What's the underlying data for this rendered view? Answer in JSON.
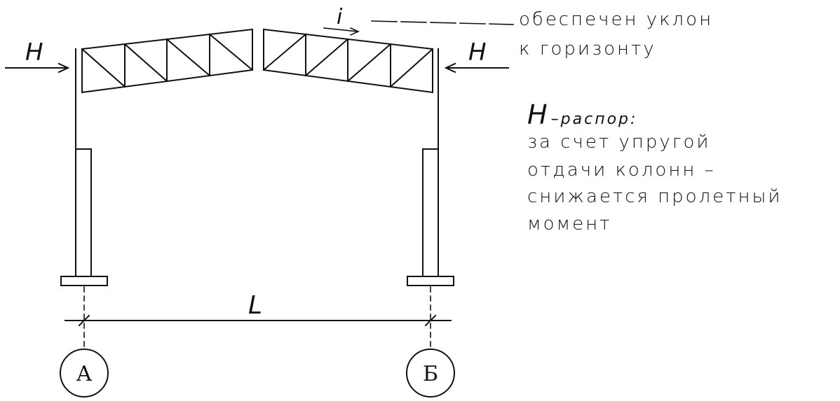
{
  "labels": {
    "force_left": "H",
    "force_right": "H",
    "slope_symbol": "i",
    "span": "L",
    "axis_left": "А",
    "axis_right": "Б"
  },
  "notes": {
    "slope_line1": "обеспечен уклон",
    "slope_line2": "к горизонту",
    "thrust_title_symbol": "H",
    "thrust_title_text": "–распор:",
    "thrust_line1": "за счет упругой",
    "thrust_line2": "отдачи колонн –",
    "thrust_line3": "снижается пролетный",
    "thrust_line4": "момент"
  },
  "colors": {
    "line": "#111111",
    "background": "#ffffff"
  }
}
